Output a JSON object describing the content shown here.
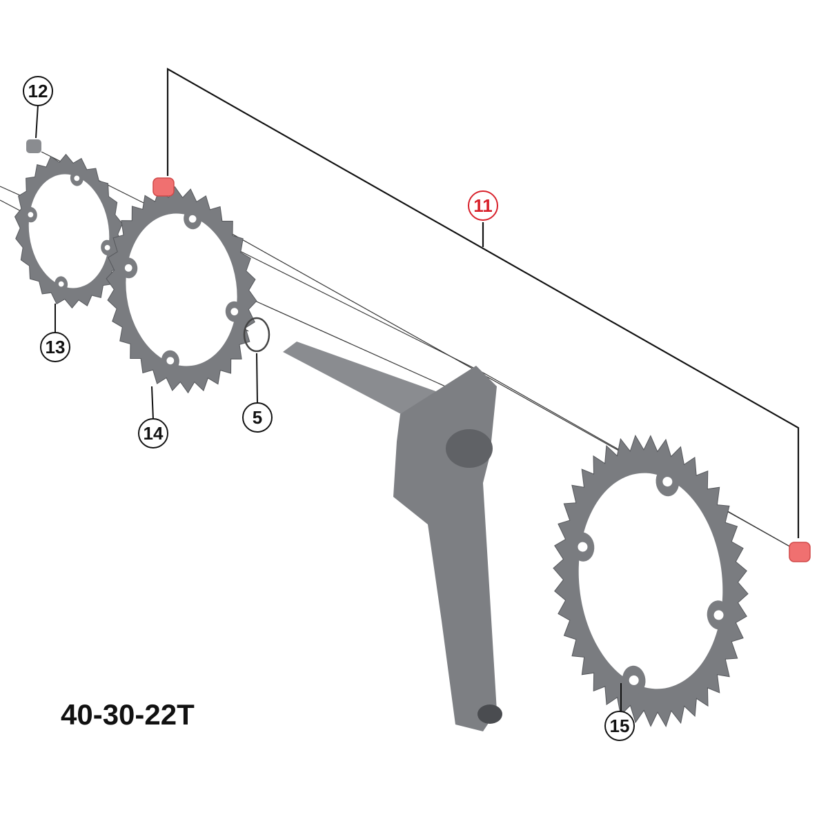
{
  "diagram": {
    "spec_label": "40-30-22T",
    "callouts": [
      {
        "id": "12",
        "label": "12",
        "color": "#111111"
      },
      {
        "id": "11",
        "label": "11",
        "color": "#d8202a"
      },
      {
        "id": "13",
        "label": "13",
        "color": "#111111"
      },
      {
        "id": "14",
        "label": "14",
        "color": "#111111"
      },
      {
        "id": "5",
        "label": "5",
        "color": "#111111"
      },
      {
        "id": "15",
        "label": "15",
        "color": "#111111"
      }
    ],
    "colors": {
      "part_grey": "#7a7c80",
      "part_dark": "#55575b",
      "highlight_red": "#f07070"
    }
  }
}
